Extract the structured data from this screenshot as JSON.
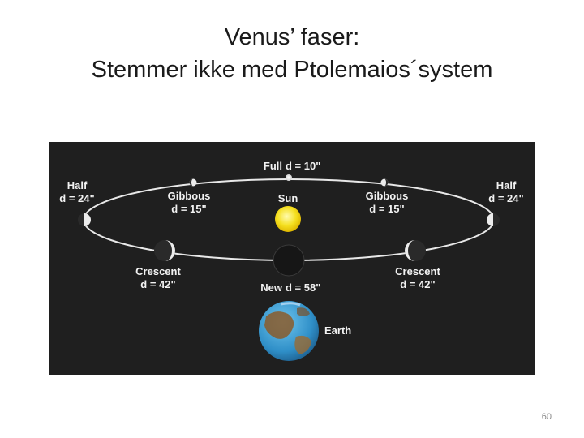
{
  "slide": {
    "title_line1": "Venus’ faser:",
    "title_line2": "Stemmer ikke med Ptolemaios´system",
    "page_number": "60"
  },
  "diagram": {
    "labels": {
      "full": "Full",
      "full_d": "d = 10\"",
      "half_left": "Half",
      "half_left_d": "d = 24\"",
      "half_right": "Half",
      "half_right_d": "d = 24\"",
      "gibbous_left": "Gibbous",
      "gibbous_left_d": "d = 15\"",
      "gibbous_right": "Gibbous",
      "gibbous_right_d": "d = 15\"",
      "sun": "Sun",
      "crescent_left": "Crescent",
      "crescent_left_d": "d = 42\"",
      "crescent_right": "Crescent",
      "crescent_right_d": "d = 42\"",
      "new": "New",
      "new_d": "d = 58\"",
      "earth": "Earth"
    },
    "colors": {
      "background": "#1f1f1f",
      "orbit": "#e8e8e8",
      "sun": "#f5e020",
      "earth_ocean": "#2f8fc8",
      "earth_land": "#8a5a2a"
    }
  }
}
